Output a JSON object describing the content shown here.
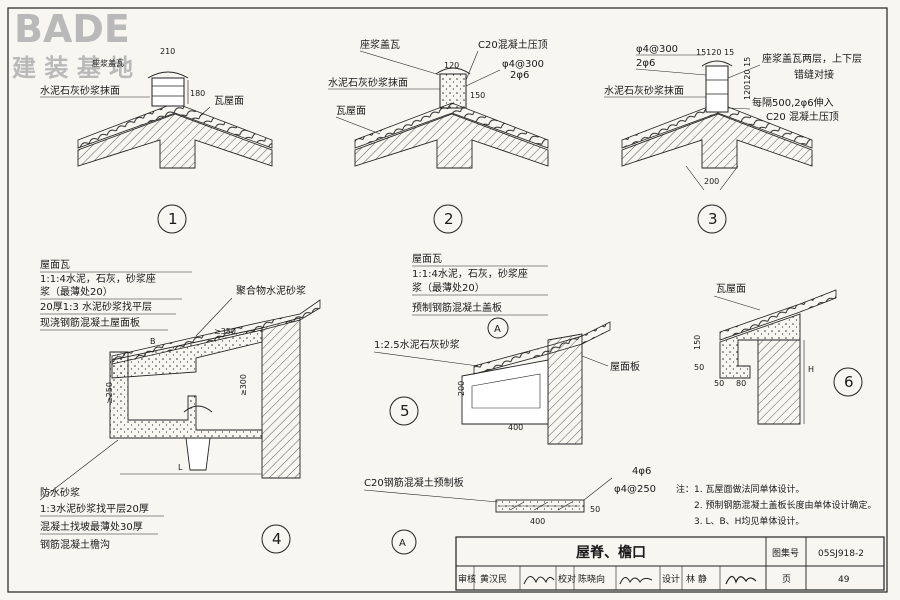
{
  "logo": {
    "brand": "BADE",
    "subtitle": "建 装 基 地"
  },
  "detail_1": {
    "number": "1",
    "label_mortar_wipe": "水泥石灰砂浆抹面",
    "label_tile_roof": "瓦屋面",
    "dim_width": "210",
    "dim_height": "180",
    "label_ridge_tile_fragment": "座浆盖瓦"
  },
  "detail_2": {
    "number": "2",
    "label_ridge_cover_tile": "座浆盖瓦",
    "label_c20_cap": "C20混凝土压顶",
    "label_phi4_at300": "φ4@300",
    "label_2phi6": "2φ6",
    "label_mortar_wipe": "水泥石灰砂浆抹面",
    "label_tile_roof": "瓦屋面",
    "dim_120": "120",
    "dim_150": "150"
  },
  "detail_3": {
    "number": "3",
    "label_phi4_at300": "φ4@300",
    "label_2phi6": "2φ6",
    "dims_top": "15120 15",
    "label_two_layers": "座浆盖瓦两层，上下层",
    "label_staggered": "错缝对接",
    "label_mortar_wipe": "水泥石灰砂浆抹面",
    "label_every_500": "每隔500,2φ6伸入",
    "label_c20_cap": "C20 混凝土压顶",
    "dim_side": "120120 15",
    "dim_200": "200"
  },
  "detail_4": {
    "number": "4",
    "label_roof_tile": "屋面瓦",
    "label_bedding_1": "1:1:4水泥，石灰，砂浆座",
    "label_bedding_2": "浆（最薄处20）",
    "label_levelling": "20厚1:3 水泥砂浆找平层",
    "label_slab": "现浇钢筋混凝土屋面板",
    "label_polymer": "聚合物水泥砂浆",
    "label_waterproof": "防水砂浆",
    "label_levelling_20": "1:3水泥砂浆找平层20厚",
    "label_slope": "混凝土找坡最薄处30厚",
    "label_gutter": "钢筋混凝土檐沟",
    "dim_350": "≥350",
    "dim_300": "≥300",
    "dim_250": "≥250",
    "dim_B": "B",
    "dim_L": "L"
  },
  "detail_5": {
    "number": "5",
    "label_roof_tile": "屋面瓦",
    "label_bedding_1": "1:1:4水泥，石灰，砂浆座",
    "label_bedding_2": "浆（最薄处20）",
    "label_precast": "预制钢筋混凝土盖板",
    "label_mortar": "1:2.5水泥石灰砂浆",
    "label_roof_slab": "屋面板",
    "ref_A": "A",
    "dim_200": "200",
    "dim_400": "400"
  },
  "detail_6": {
    "number": "6",
    "label_tile_roof": "瓦屋面",
    "dim_150": "150",
    "dim_50a": "50",
    "dim_80": "80",
    "dim_50b": "50",
    "dim_H": "H"
  },
  "detail_A": {
    "number": "A",
    "label_precast": "C20钢筋混凝土预制板",
    "label_4phi6": "4φ6",
    "label_phi4_at250": "φ4@250",
    "dim_400": "400",
    "dim_50": "50"
  },
  "notes": {
    "prefix": "注：",
    "items": [
      "1. 瓦屋面做法同单体设计。",
      "2. 预制钢筋混凝土盖板长度由单体设计确定。",
      "3. L、B、H均见单体设计。"
    ]
  },
  "title_block": {
    "title": "屋脊、檐口",
    "atlas_label": "图集号",
    "atlas_no": "05SJ918-2",
    "review_label": "审核",
    "reviewer": "黄汉民",
    "check_label": "校对",
    "checker": "陈晓向",
    "design_label": "设计",
    "designer": "林  静",
    "page_label": "页",
    "page_no": "49"
  }
}
